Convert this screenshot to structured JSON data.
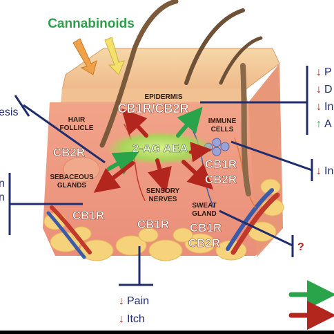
{
  "title": "Cannabinoids",
  "labels": {
    "epidermis": "EPIDERMIS",
    "epidermis_receptors": "CB1R/CB2R",
    "hair_follicle_line1": "HAIR",
    "hair_follicle_line2": "FOLLICLE",
    "hair_follicle_receptor": "CB2R",
    "sebaceous_line1": "SEBACEOUS",
    "sebaceous_line2": "GLANDS",
    "sebaceous_receptor": "CB1R",
    "endocannabinoids": "2-AG AEA",
    "immune_line1": "IMMUNE",
    "immune_line2": "CELLS",
    "immune_receptor_1": "CB1R",
    "immune_receptor_2": "CB2R",
    "sensory_line1": "SENSORY",
    "sensory_line2": "NERVES",
    "sensory_receptor": "CB1R",
    "sweat_line1": "SWEAT",
    "sweat_line2": "GLAND",
    "sweat_receptor_1": "CB1R",
    "sweat_receptor_2": "CB2R"
  },
  "left_partial": {
    "top": "esis",
    "mid_1": "n",
    "mid_2": "n"
  },
  "right_outcomes": {
    "top": [
      {
        "arrow": "↓",
        "text": "P"
      },
      {
        "arrow": "↓",
        "text": "D"
      },
      {
        "arrow": "↓",
        "text": "In"
      },
      {
        "arrow": "↑",
        "text": "A"
      }
    ],
    "immune": {
      "arrow": "↓",
      "text": "In"
    },
    "sweat": "?"
  },
  "bottom_outcomes": [
    {
      "arrow": "↓",
      "text": "Pain"
    },
    {
      "arrow": "↓",
      "text": "Itch"
    }
  ],
  "colors": {
    "title_green": "#2e9e48",
    "inhibit_navy": "#1f2c6e",
    "activation_green": "#2aa44a",
    "inhibition_red": "#b3261e",
    "receptor_text": "#ffffff",
    "label_dark": "#2b1a12"
  }
}
